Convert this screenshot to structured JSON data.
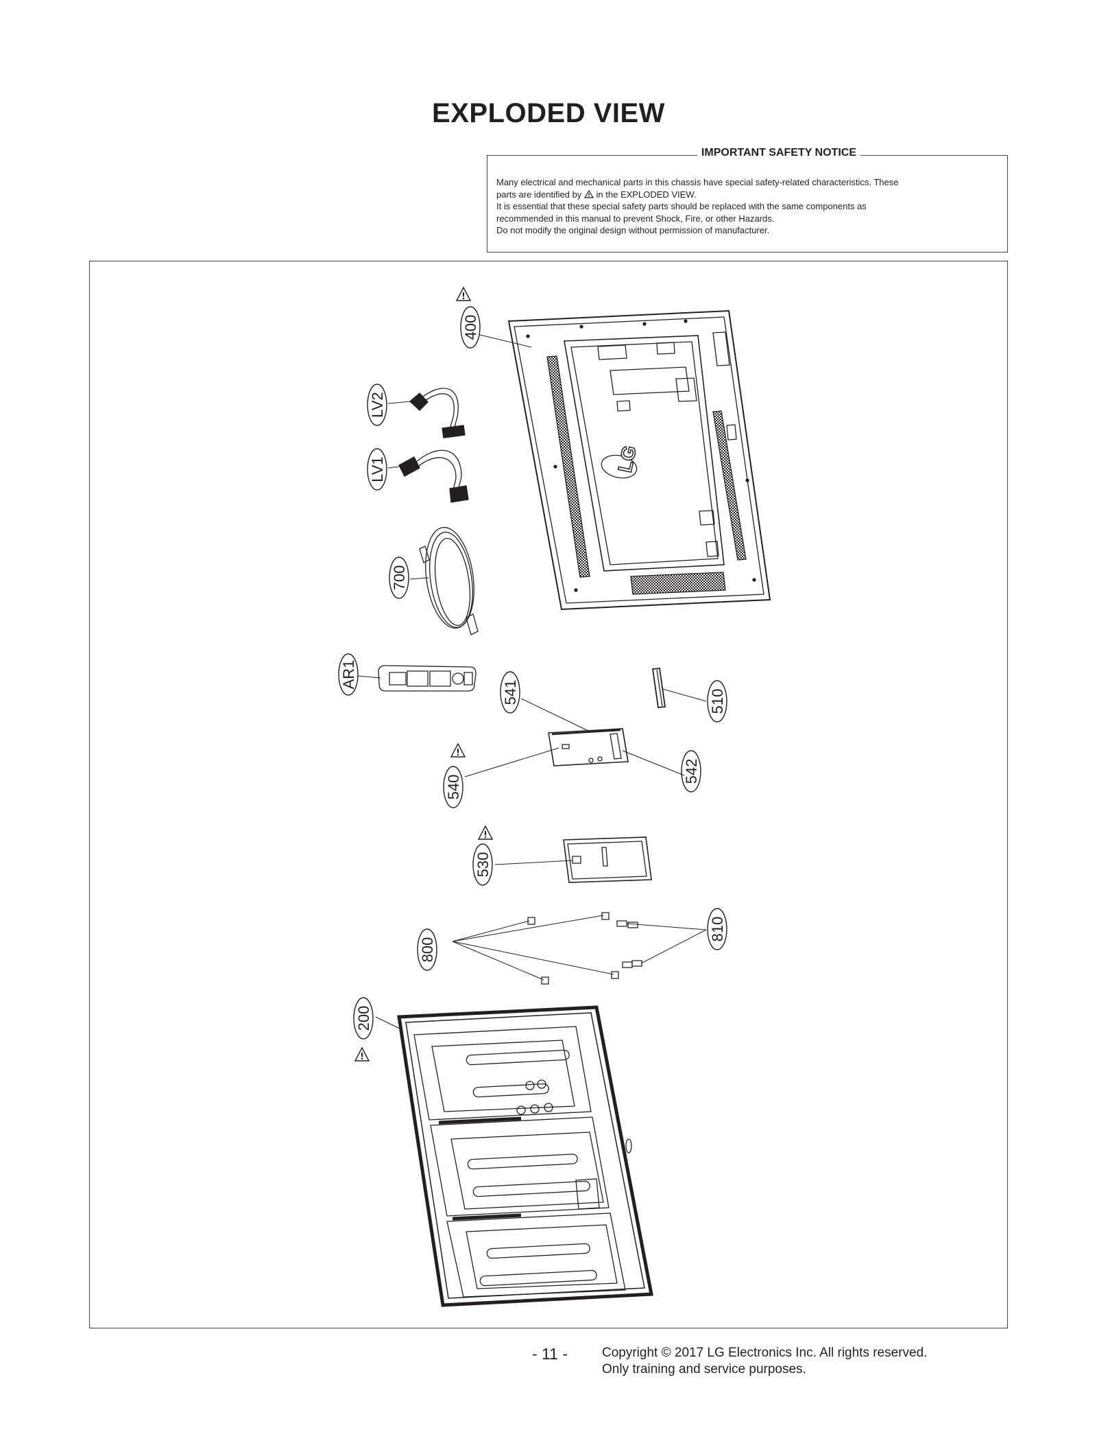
{
  "page": {
    "title": "EXPLODED VIEW",
    "page_number": "- 11 -",
    "copyright_line1": "Copyright © 2017 LG Electronics Inc. All rights reserved.",
    "copyright_line2": "Only training and service purposes."
  },
  "notice": {
    "heading": "IMPORTANT SAFETY NOTICE",
    "line1": "Many electrical and mechanical parts in this chassis have special safety-related characteristics. These",
    "line2a": "parts are identified by",
    "line2b": "in the EXPLODED VIEW.",
    "line3": "It is essential that these special safety parts should be replaced with the same components as",
    "line4": "recommended in this manual to prevent Shock, Fire, or other Hazards.",
    "line5": "Do not modify the original design without permission of manufacturer."
  },
  "labels": {
    "p400": "400",
    "lv2": "LV2",
    "lv1": "LV1",
    "p700": "700",
    "ar1": "AR1",
    "p541": "541",
    "p510": "510",
    "p540": "540",
    "p542": "542",
    "p530": "530",
    "p800": "800",
    "p810": "810",
    "p200": "200"
  },
  "brand_logo": "LG",
  "colors": {
    "line": "#231f20",
    "border": "#444444"
  }
}
